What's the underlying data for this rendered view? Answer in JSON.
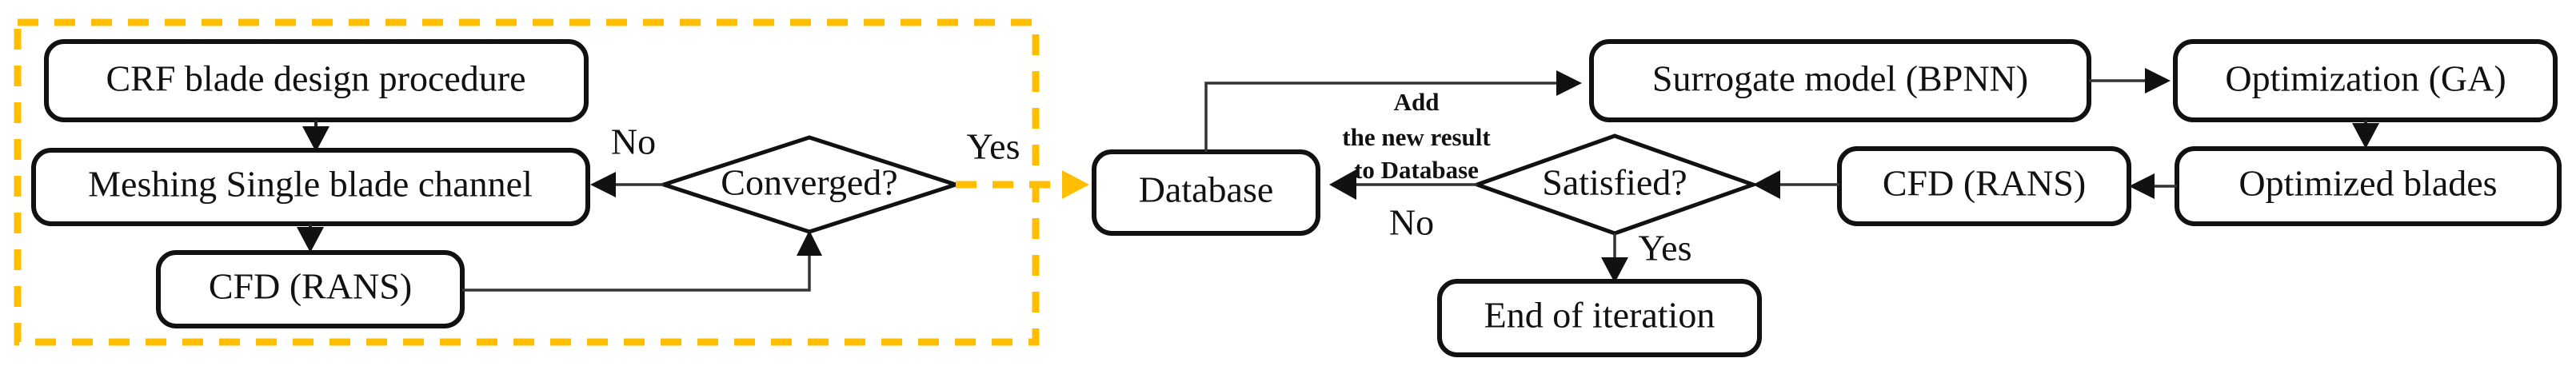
{
  "diagram": {
    "title": "CRF blade design and surrogate-based optimization flowchart",
    "type": "flowchart",
    "background_color": "#ffffff",
    "stroke_color": "#111111",
    "highlight_color": "#FFBF00"
  },
  "region": {
    "name": "design-procedure-region",
    "style": "dashed",
    "color": "#FFBF00"
  },
  "nodes": {
    "crf_blade_design": "CRF blade design procedure",
    "meshing_single_blade": "Meshing Single blade channel",
    "cfd_rans_left": "CFD (RANS)",
    "converged": "Converged?",
    "database": "Database",
    "satisfied": "Satisfied?",
    "end_of_iteration": "End of iteration",
    "surrogate_model": "Surrogate model (BPNN)",
    "optimization_ga": "Optimization (GA)",
    "optimized_blades": "Optimized blades",
    "cfd_rans_right": "CFD (RANS)"
  },
  "edge_labels": {
    "converged_no": "No",
    "converged_yes": "Yes",
    "satisfied_no": "No",
    "satisfied_yes": "Yes"
  },
  "annotations": {
    "add_note_line1": "Add",
    "add_note_line2": "the new result",
    "add_note_line3": "to Database"
  }
}
